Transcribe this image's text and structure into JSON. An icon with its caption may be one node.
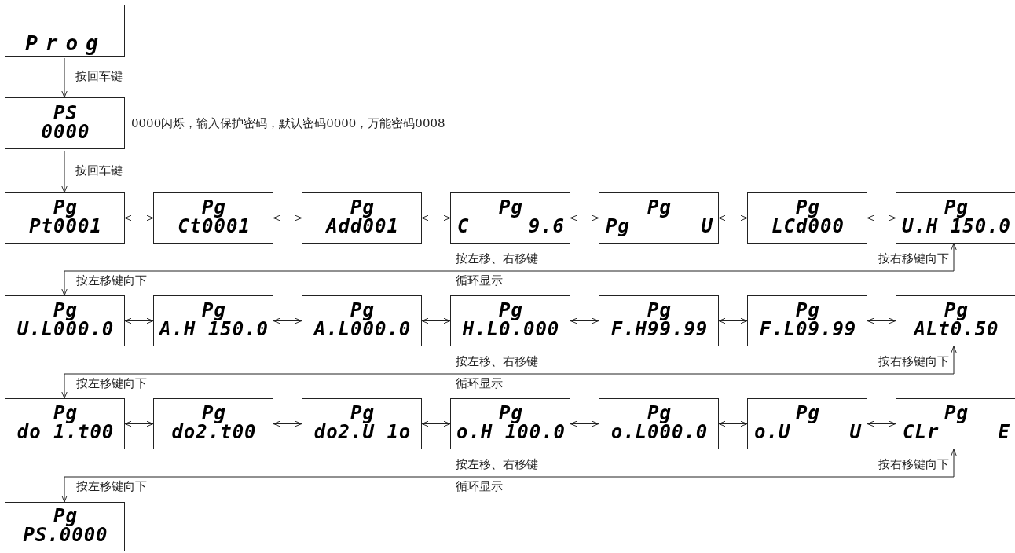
{
  "diagram": {
    "nodes": [
      {
        "text": [
          "Prog"
        ]
      },
      {
        "text": [
          "PS",
          "0000"
        ],
        "beside": [
          "0000闪烁，输入保护密码，默认密码0000，万能密码0008"
        ]
      },
      {
        "text": [
          "Pg",
          "Pt0001"
        ]
      },
      {
        "text": [
          "Pg",
          "Ct0001"
        ]
      },
      {
        "text": [
          "Pg",
          "Add001"
        ]
      },
      {
        "text": [
          "Pg",
          "C",
          "9.6"
        ]
      },
      {
        "text": [
          "Pg",
          "Pg",
          "U"
        ]
      },
      {
        "text": [
          "Pg",
          "LCd000"
        ]
      },
      {
        "text": [
          "Pg",
          "U.H 150.0"
        ]
      },
      {
        "text": [
          "Pg",
          "U.L000.0"
        ]
      },
      {
        "text": [
          "Pg",
          "A.H 150.0"
        ]
      },
      {
        "text": [
          "Pg",
          "A.L000.0"
        ]
      },
      {
        "text": [
          "Pg",
          "H.L0.000"
        ]
      },
      {
        "text": [
          "Pg",
          "F.H99.99"
        ]
      },
      {
        "text": [
          "Pg",
          "F.L09.99"
        ]
      },
      {
        "text": [
          "Pg",
          "ALt0.50"
        ]
      },
      {
        "text": [
          "Pg",
          "do 1.t00"
        ]
      },
      {
        "text": [
          "Pg",
          "do2.t00"
        ]
      },
      {
        "text": [
          "Pg",
          "do2.U 1o"
        ]
      },
      {
        "text": [
          "Pg",
          "o.H 100.0"
        ]
      },
      {
        "text": [
          "Pg",
          "o.L000.0"
        ]
      },
      {
        "text": [
          "Pg",
          "o.U",
          "U"
        ]
      },
      {
        "text": [
          "Pg",
          "CLr",
          "E"
        ]
      },
      {
        "text": [
          "Pg",
          "PS.0000"
        ]
      }
    ],
    "edges": [
      {
        "from": 0,
        "to": 1,
        "arrow": "to",
        "label": "按回车键"
      },
      {
        "from": 1,
        "to": 2,
        "arrow": "to",
        "label": "按回车键"
      },
      {
        "from": 2,
        "to": 3,
        "arrow": "both"
      },
      {
        "from": 3,
        "to": 4,
        "arrow": "both"
      },
      {
        "from": 4,
        "to": 5,
        "arrow": "both"
      },
      {
        "from": 5,
        "to": 6,
        "arrow": "both"
      },
      {
        "from": 6,
        "to": 7,
        "arrow": "both"
      },
      {
        "from": 7,
        "to": 8,
        "arrow": "both"
      },
      {
        "from": 8,
        "to": 9,
        "arrow": "both"
      },
      {
        "from": 9,
        "to": 10,
        "arrow": "both"
      },
      {
        "from": 10,
        "to": 11,
        "arrow": "both"
      },
      {
        "from": 11,
        "to": 12,
        "arrow": "both"
      },
      {
        "from": 12,
        "to": 13,
        "arrow": "both"
      },
      {
        "from": 13,
        "to": 14,
        "arrow": "both"
      },
      {
        "from": 14,
        "to": 15,
        "arrow": "both"
      },
      {
        "from": 15,
        "to": 16,
        "arrow": "both"
      },
      {
        "from": 16,
        "to": 17,
        "arrow": "both"
      },
      {
        "from": 17,
        "to": 18,
        "arrow": "both"
      },
      {
        "from": 18,
        "to": 19,
        "arrow": "both"
      },
      {
        "from": 19,
        "to": 20,
        "arrow": "both"
      },
      {
        "from": 20,
        "to": 21,
        "arrow": "both"
      },
      {
        "from": 21,
        "to": 22,
        "arrow": "both"
      },
      {
        "from": 22,
        "to": 23,
        "arrow": "both"
      }
    ],
    "labels": [
      "按左移、右移键",
      "按右移键向下",
      "按左移键向下",
      "循环显示",
      "按左移、右移键",
      "按右移键向下",
      "按左移键向下",
      "循环显示",
      "按左移、右移键",
      "按右移键向下",
      "按左移键向下",
      "循环显示"
    ]
  }
}
